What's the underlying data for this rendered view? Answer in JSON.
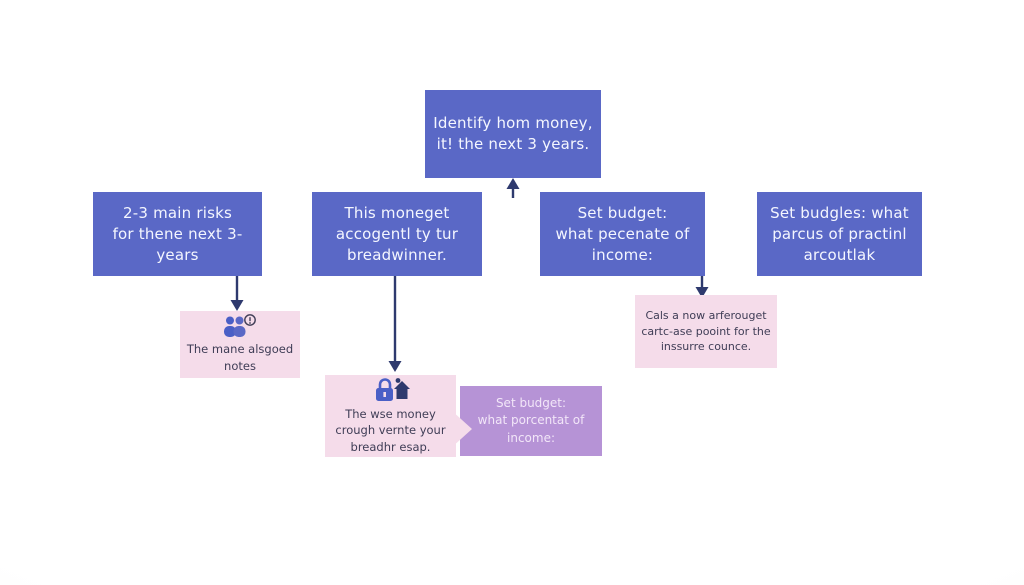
{
  "diagram": {
    "type": "flowchart",
    "nodes": {
      "identify": {
        "text": "Identify hom money,\nit! the next 3 years."
      },
      "risks": {
        "text": "2-3 main risks\nfor thene next 3-\nyears"
      },
      "moneget": {
        "text": "This moneget\naccogentl ty tur\nbreadwinner."
      },
      "budget": {
        "text": "Set budget:\nwhat pecenate of\nincome:"
      },
      "budgles": {
        "text": "Set budgles: what\nparcus of practinl\narcoutlak"
      },
      "notes": {
        "text": "The mane alsgoed\nnotes",
        "icon": "people-alert-icon"
      },
      "insurance": {
        "text": "Cals a now arferouget\ncartc-ase pooint for the\ninssurre counce."
      },
      "money_use": {
        "text": "The wse money\ncrough vernte your\nbreadhr esap.",
        "icon": "lock-home-icon"
      },
      "budget_income": {
        "text": "Set budget:\nwhat porcentat of\nincome:"
      }
    }
  },
  "colors": {
    "blue": "#5a68c6",
    "pink": "#f5dcea",
    "purple": "#b693d6",
    "arrow": "#2e3a6e",
    "text_dark": "#3f3d56",
    "icon_blue": "#4a5fc6",
    "icon_navy": "#2e3a6e"
  }
}
